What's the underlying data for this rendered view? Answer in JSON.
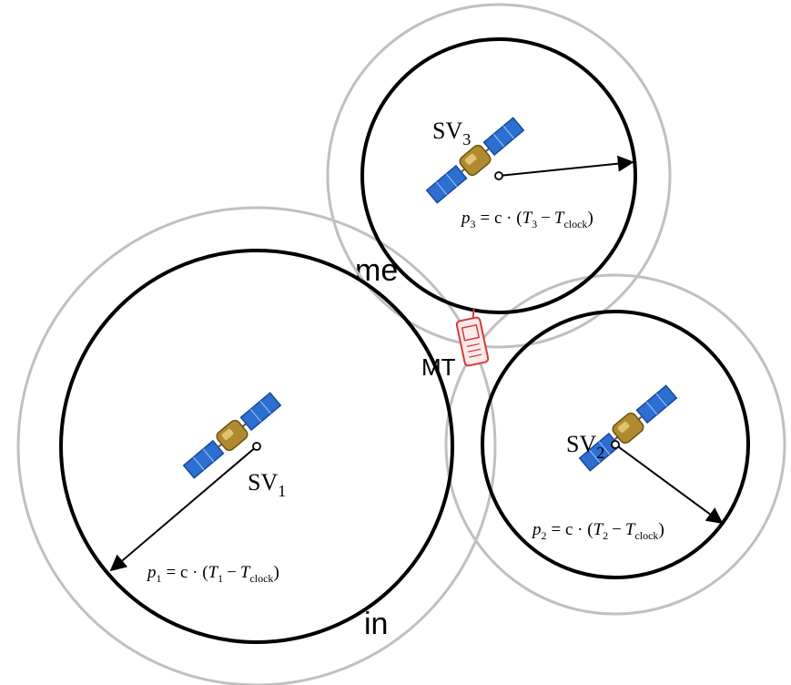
{
  "fragments": {
    "top_left": "me",
    "bottom_left": "in"
  },
  "terminal": {
    "label": "MT",
    "icon": "mobile-terminal-icon",
    "color": "#d43a3a"
  },
  "colors": {
    "outer_circle": "#c0c0c0",
    "inner_circle": "#000000",
    "panel": "#2c6fd0",
    "body": "#b08a2e"
  },
  "satellites": [
    {
      "id": 1,
      "label": "SV",
      "sub": "1",
      "formula": {
        "p": "p",
        "p_sub": "1",
        "eq": "= c · (",
        "T": "T",
        "T_sub": "1",
        "minus": "−",
        "Tc": "T",
        "Tc_sub": "clock",
        "close": ")"
      }
    },
    {
      "id": 2,
      "label": "SV",
      "sub": "2",
      "formula": {
        "p": "p",
        "p_sub": "2",
        "eq": "= c · (",
        "T": "T",
        "T_sub": "2",
        "minus": "−",
        "Tc": "T",
        "Tc_sub": "clock",
        "close": ")"
      }
    },
    {
      "id": 3,
      "label": "SV",
      "sub": "3",
      "formula": {
        "p": "p",
        "p_sub": "3",
        "eq": "= c · (",
        "T": "T",
        "T_sub": "3",
        "minus": "−",
        "Tc": "T",
        "Tc_sub": "clock",
        "close": ")"
      }
    }
  ]
}
